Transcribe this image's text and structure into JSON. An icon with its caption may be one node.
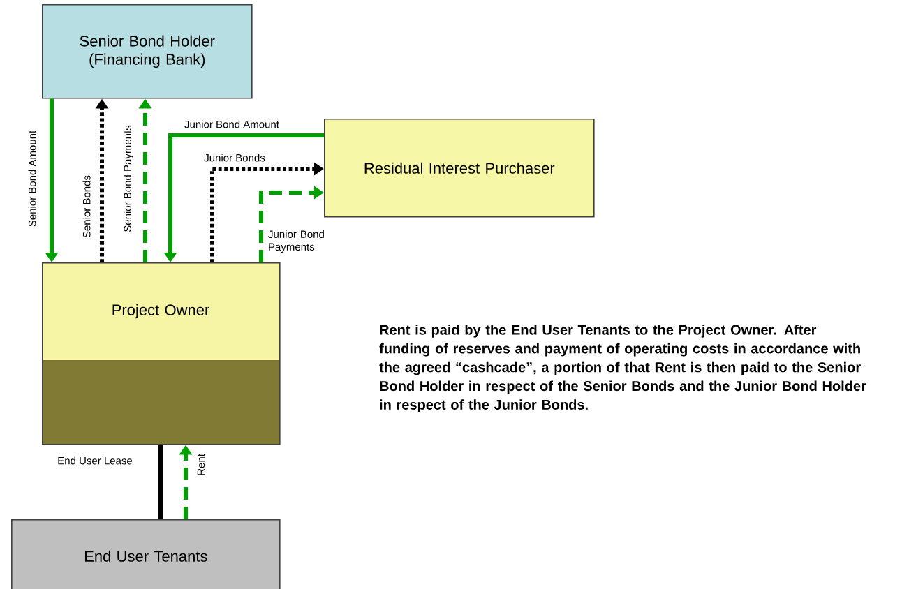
{
  "diagram": {
    "nodes": [
      {
        "text": [
          "Senior Bond Holder (Financing Bank)"
        ]
      },
      {
        "text": [
          "Residual Interest Purchaser"
        ]
      },
      {
        "text": [
          "Project Owner"
        ]
      },
      {
        "text": [
          "End User Tenants"
        ]
      }
    ],
    "edges": [
      {
        "from": 0,
        "to": 2,
        "arrow": "to",
        "label": "Senior Bond Amount"
      },
      {
        "from": 2,
        "to": 0,
        "arrow": "to",
        "label": "Senior Bonds",
        "style": "dashed",
        "color": "#000000"
      },
      {
        "from": 2,
        "to": 0,
        "arrow": "to",
        "label": "Senior Bond Payments",
        "style": "dashed"
      },
      {
        "from": 1,
        "to": 2,
        "arrow": "to",
        "label": "Junior Bond Amount"
      },
      {
        "from": 2,
        "to": 1,
        "arrow": "to",
        "label": "Junior Bonds",
        "style": "dashed",
        "color": "#000000"
      },
      {
        "from": 2,
        "to": 1,
        "arrow": "to",
        "label": "Junior Bond Payments",
        "style": "dashed"
      },
      {
        "from": 3,
        "to": 2,
        "arrow": "none",
        "label": "End User Lease",
        "color": "#000000"
      },
      {
        "from": 3,
        "to": 2,
        "arrow": "to",
        "label": "Rent",
        "style": "dashed"
      }
    ],
    "labels": [
      "Rent is paid by the End User Tenants to the Project Owner.  After funding of reserves and payment of operating costs in accordance with the agreed “cashcade”, a portion of that Rent is then paid to the Senior Bond Holder in respect of the Senior Bonds and the Junior Bond Holder in respect of the Junior Bonds."
    ]
  }
}
